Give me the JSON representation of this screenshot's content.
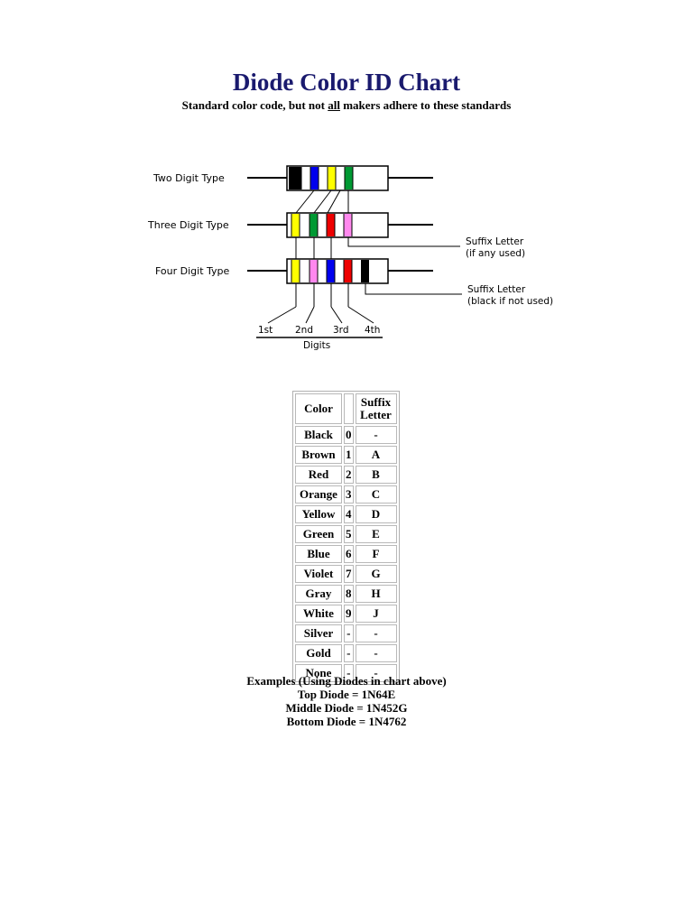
{
  "title": "Diode Color ID Chart",
  "subtitle": {
    "before": "Standard color code, but not ",
    "emph": "all",
    "after": " makers adhere to these standards"
  },
  "diagram": {
    "labels": {
      "two_digit": "Two Digit Type",
      "three_digit": "Three Digit Type",
      "four_digit": "Four Digit Type",
      "suffix1_line1": "Suffix Letter",
      "suffix1_line2": "(if any used)",
      "suffix2_line1": "Suffix Letter",
      "suffix2_line2": "(black if not used)",
      "d1": "1st",
      "d2": "2nd",
      "d3": "3rd",
      "d4": "4th",
      "digits": "Digits"
    },
    "band_colors": {
      "black": "#000000",
      "blue": "#0000ee",
      "yellow": "#ffff00",
      "green": "#009933",
      "red": "#ee0000",
      "pink": "#ff88ee"
    }
  },
  "table": {
    "headers": {
      "color": "Color",
      "digit": "",
      "suffix_line1": "Suffix",
      "suffix_line2": "Letter"
    },
    "rows": [
      {
        "color": "Black",
        "digit": "0",
        "suffix": "-"
      },
      {
        "color": "Brown",
        "digit": "1",
        "suffix": "A"
      },
      {
        "color": "Red",
        "digit": "2",
        "suffix": "B"
      },
      {
        "color": "Orange",
        "digit": "3",
        "suffix": "C"
      },
      {
        "color": "Yellow",
        "digit": "4",
        "suffix": "D"
      },
      {
        "color": "Green",
        "digit": "5",
        "suffix": "E"
      },
      {
        "color": "Blue",
        "digit": "6",
        "suffix": "F"
      },
      {
        "color": "Violet",
        "digit": "7",
        "suffix": "G"
      },
      {
        "color": "Gray",
        "digit": "8",
        "suffix": "H"
      },
      {
        "color": "White",
        "digit": "9",
        "suffix": "J"
      },
      {
        "color": "Silver",
        "digit": "-",
        "suffix": "-"
      },
      {
        "color": "Gold",
        "digit": "-",
        "suffix": "-"
      },
      {
        "color": "None",
        "digit": "-",
        "suffix": "-"
      }
    ]
  },
  "examples": {
    "heading": "Examples (Using Diodes in chart above)",
    "top": "Top Diode = 1N64E",
    "middle": "Middle Diode = 1N452G",
    "bottom": "Bottom Diode = 1N4762"
  }
}
